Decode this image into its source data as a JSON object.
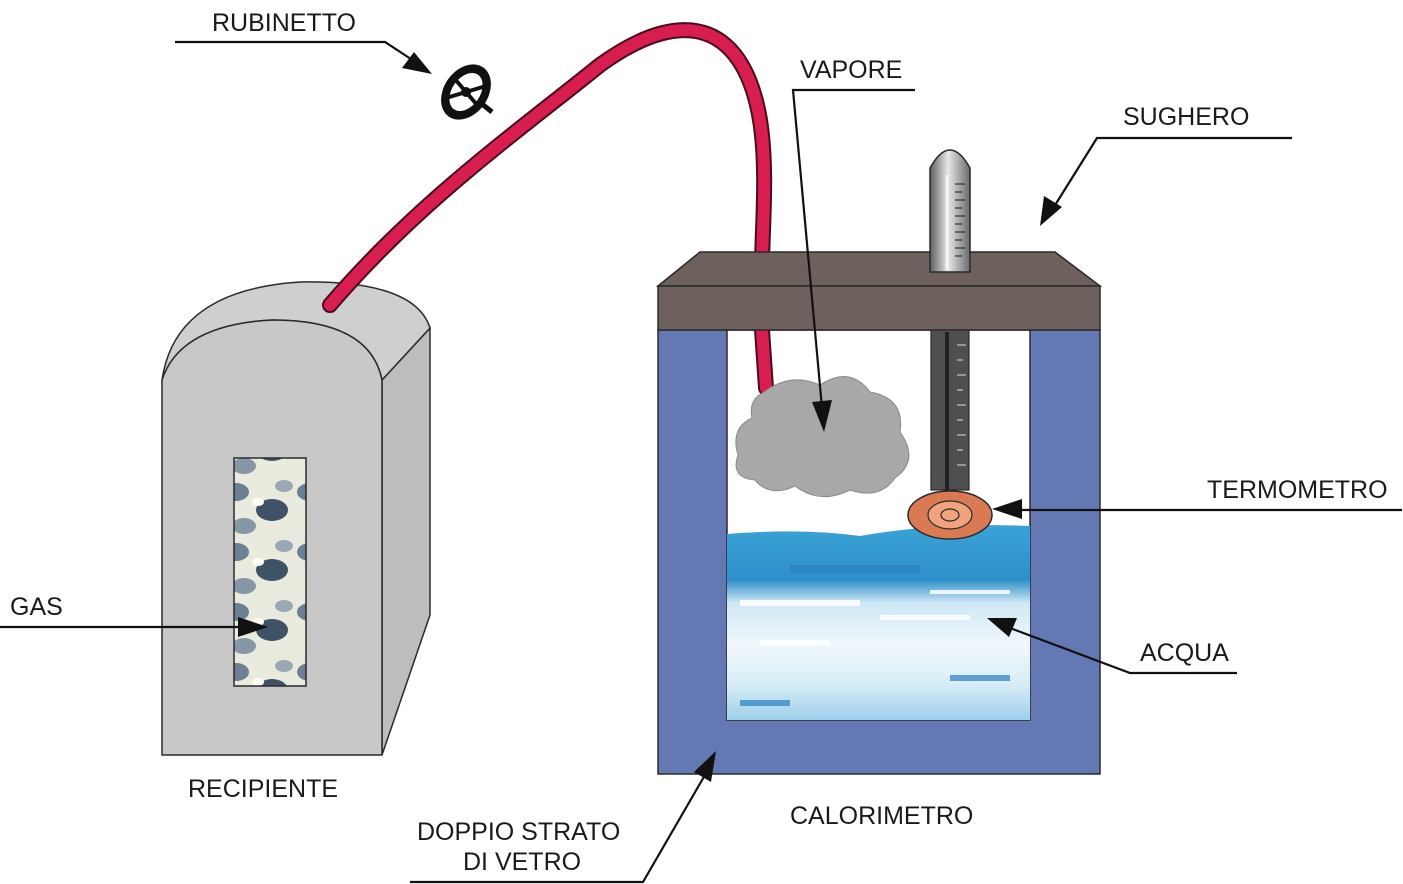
{
  "labels": {
    "rubinetto": "RUBINETTO",
    "vapore": "VAPORE",
    "sughero": "SUGHERO",
    "termometro": "TERMOMETRO",
    "acqua": "ACQUA",
    "gas": "GAS",
    "recipiente": "RECIPIENTE",
    "calorimetro": "CALORIMETRO",
    "doppio_strato_line1": "DOPPIO STRATO",
    "doppio_strato_line2": "DI VETRO"
  },
  "colors": {
    "tube": "#d81e4f",
    "container": "#c8c8c8",
    "calorimeter_wall": "#6478b4",
    "cork": "#6e605c",
    "water_blue": "#3aa3d6",
    "water_light": "#e6f3fa",
    "steam": "#a8a8a8",
    "thermometer_bulb": "#d97a52"
  },
  "icons": {
    "valve": "valve-wheel-icon",
    "arrow": "arrowhead-icon"
  }
}
